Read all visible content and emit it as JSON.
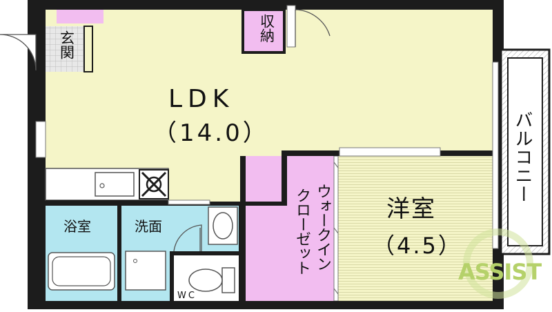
{
  "rooms": {
    "ldk": {
      "name": "LDK",
      "area": "（14.0）"
    },
    "western": {
      "name": "洋室",
      "area": "（4.5）"
    },
    "bath": {
      "name": "浴室"
    },
    "washroom": {
      "name": "洗面"
    },
    "toilet": {
      "name": "WC"
    },
    "entrance": {
      "name": "玄関"
    },
    "storage": {
      "name": "収納"
    },
    "balcony": {
      "name": "バルコニー"
    },
    "walk_in_closet": {
      "line1": "ウォークイン",
      "line2": "クローゼット"
    }
  },
  "watermark": {
    "text": "ASSIST"
  },
  "colors": {
    "ldk_floor": "#f5f5c8",
    "western_floor": "#f5f5c8",
    "wet_area": "#b3e6f0",
    "closet": "#f2bdf0",
    "wall": "#1c1c1c",
    "logo": "#b5d16a"
  }
}
